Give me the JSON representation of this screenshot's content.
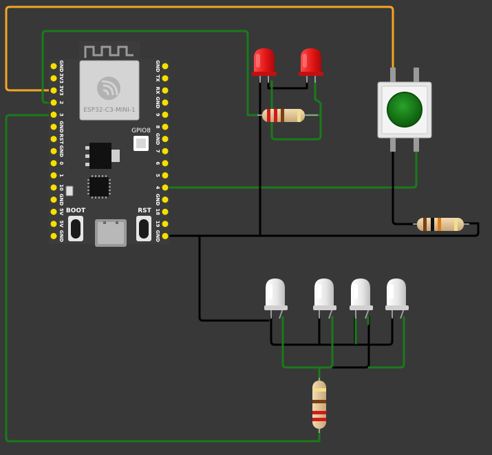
{
  "board": {
    "module_label": "ESP32-C3-MINI-1",
    "led_label": "GPIO8",
    "boot_label": "BOOT",
    "rst_label": "RST",
    "left_pins": [
      "GND",
      "3V3",
      "3V3",
      "2",
      "3",
      "GND",
      "RST",
      "GND",
      "0",
      "1",
      "10",
      "GND",
      "5V",
      "5V",
      "GND"
    ],
    "right_pins": [
      "GND",
      "TX",
      "RX",
      "GND",
      "9",
      "8",
      "GND",
      "7",
      "6",
      "5",
      "4",
      "GND",
      "18",
      "19",
      "GND"
    ]
  },
  "colors": {
    "background": "#383838",
    "wire_orange": "#f5a623",
    "wire_green": "#1a7a1a",
    "wire_black": "#000000",
    "board": "#3c3c3c",
    "pin": "#f5e000",
    "led_red": "#e21b1b",
    "led_white": "#e9e9e9",
    "button_cap": "#1a8a1a"
  },
  "components": {
    "red_leds": [
      "red-led-1",
      "red-led-2"
    ],
    "white_leds": [
      "white-led-1",
      "white-led-2",
      "white-led-3",
      "white-led-4"
    ],
    "resistors": [
      "resistor-red-leds",
      "resistor-button",
      "resistor-white-leds"
    ],
    "pushbutton": "pushbutton-green"
  }
}
